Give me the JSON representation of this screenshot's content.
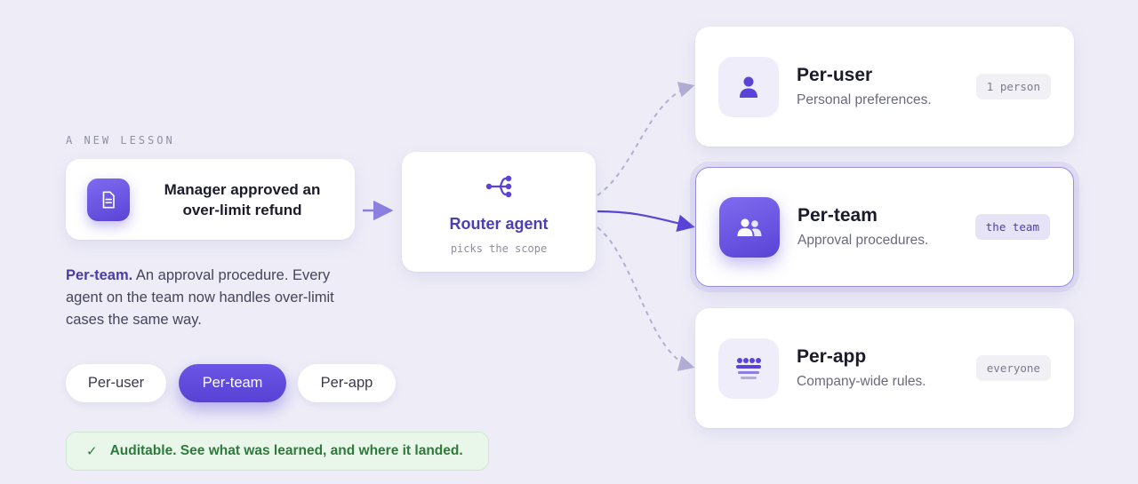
{
  "eyebrow": "A NEW LESSON",
  "lesson": {
    "text": "Manager approved an over-limit refund",
    "icon": "document-icon"
  },
  "router": {
    "title": "Router agent",
    "subtitle": "picks the scope",
    "icon": "branch-icon"
  },
  "description": {
    "lead": "Per-team.",
    "body": " An approval procedure. Every agent on the team now handles over-limit cases the same way."
  },
  "scope_tabs": [
    {
      "label": "Per-user",
      "active": false
    },
    {
      "label": "Per-team",
      "active": true
    },
    {
      "label": "Per-app",
      "active": false
    }
  ],
  "audit": {
    "icon": "check-icon",
    "text": "Auditable. See what was learned, and where it landed."
  },
  "scopes": [
    {
      "title": "Per-user",
      "subtitle": "Personal preferences.",
      "badge": "1 person",
      "icon": "person-icon",
      "active": false
    },
    {
      "title": "Per-team",
      "subtitle": "Approval procedures.",
      "badge": "the team",
      "icon": "group-icon",
      "active": true
    },
    {
      "title": "Per-app",
      "subtitle": "Company-wide rules.",
      "badge": "everyone",
      "icon": "crowd-icon",
      "active": false
    }
  ],
  "colors": {
    "accent": "#5a43d6",
    "background": "#eeedf7",
    "success": "#2f7a3b"
  }
}
